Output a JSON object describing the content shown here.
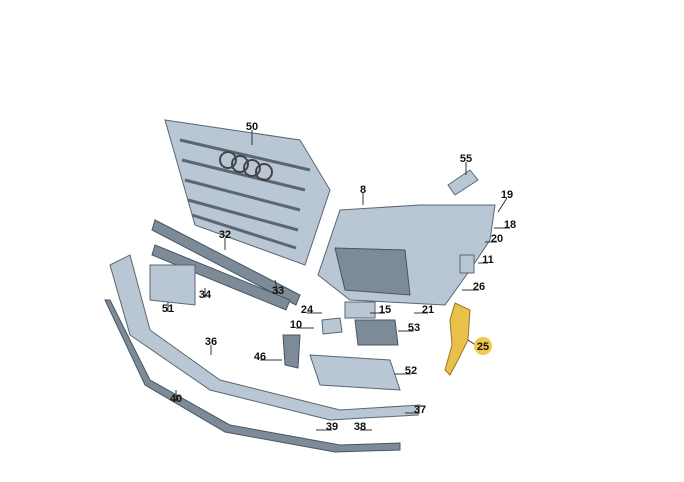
{
  "labels": [
    {
      "id": "50",
      "text": "50"
    },
    {
      "id": "55",
      "text": "55"
    },
    {
      "id": "8",
      "text": "8"
    },
    {
      "id": "19",
      "text": "19"
    },
    {
      "id": "18",
      "text": "18"
    },
    {
      "id": "20",
      "text": "20"
    },
    {
      "id": "32",
      "text": "32"
    },
    {
      "id": "11",
      "text": "11"
    },
    {
      "id": "34",
      "text": "34"
    },
    {
      "id": "51",
      "text": "51"
    },
    {
      "id": "33",
      "text": "33"
    },
    {
      "id": "26",
      "text": "26"
    },
    {
      "id": "24",
      "text": "24"
    },
    {
      "id": "15",
      "text": "15"
    },
    {
      "id": "10",
      "text": "10"
    },
    {
      "id": "53",
      "text": "53"
    },
    {
      "id": "21",
      "text": "21"
    },
    {
      "id": "25",
      "text": "25"
    },
    {
      "id": "36",
      "text": "36"
    },
    {
      "id": "46",
      "text": "46"
    },
    {
      "id": "52",
      "text": "52"
    },
    {
      "id": "40",
      "text": "40"
    },
    {
      "id": "37",
      "text": "37"
    },
    {
      "id": "39",
      "text": "39"
    },
    {
      "id": "38",
      "text": "38"
    }
  ],
  "colors": {
    "part": "#b9c6d3",
    "outline": "#5a6675",
    "highlight": "#f2c94c"
  }
}
